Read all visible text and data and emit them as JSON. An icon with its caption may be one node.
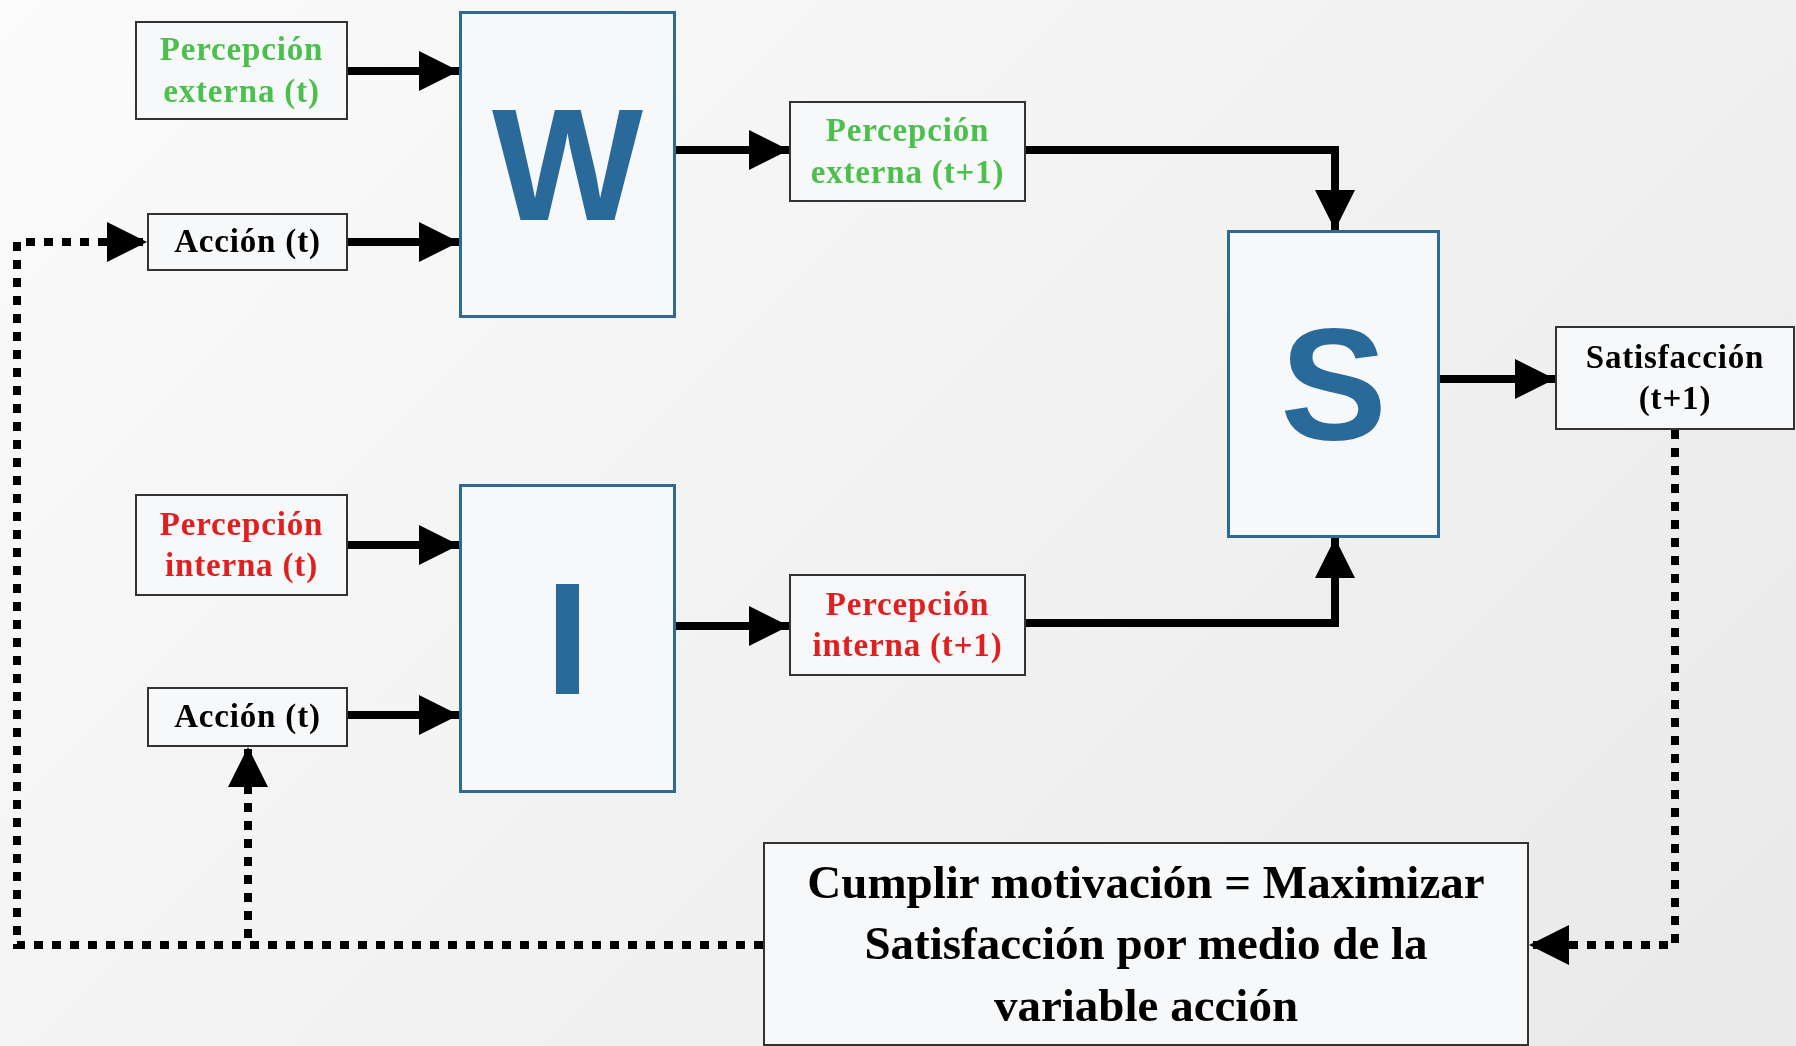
{
  "diagram": {
    "nodes": [
      {
        "text": [
          "Percepción externa (t)"
        ]
      },
      {
        "text": [
          "W"
        ]
      },
      {
        "text": [
          "Acción (t)"
        ]
      },
      {
        "text": [
          "Percepción externa (t+1)"
        ]
      },
      {
        "text": [
          "S"
        ]
      },
      {
        "text": [
          "Satisfacción (t+1)"
        ]
      },
      {
        "text": [
          "Percepción interna (t)"
        ]
      },
      {
        "text": [
          "I"
        ]
      },
      {
        "text": [
          "Percepción interna (t+1)"
        ]
      },
      {
        "text": [
          "Acción (t)"
        ]
      },
      {
        "text": [
          "Cumplir **motivación** = Maximizar Satisfacción por medio de la variable acción"
        ]
      }
    ],
    "edges": [
      {
        "from": 0,
        "to": 1,
        "arrow": "to"
      },
      {
        "from": 2,
        "to": 1,
        "arrow": "to"
      },
      {
        "from": 1,
        "to": 3,
        "arrow": "to"
      },
      {
        "from": 3,
        "to": 4,
        "arrow": "to"
      },
      {
        "from": 4,
        "to": 5,
        "arrow": "to"
      },
      {
        "from": 6,
        "to": 7,
        "arrow": "to"
      },
      {
        "from": 9,
        "to": 7,
        "arrow": "to"
      },
      {
        "from": 7,
        "to": 8,
        "arrow": "to"
      },
      {
        "from": 8,
        "to": 4,
        "arrow": "to"
      },
      {
        "from": 5,
        "to": 10,
        "arrow": "to",
        "style": "dashed"
      },
      {
        "from": 10,
        "to": 2,
        "arrow": "to",
        "style": "dashed"
      },
      {
        "from": 10,
        "to": 9,
        "arrow": "to",
        "style": "dashed"
      }
    ]
  }
}
